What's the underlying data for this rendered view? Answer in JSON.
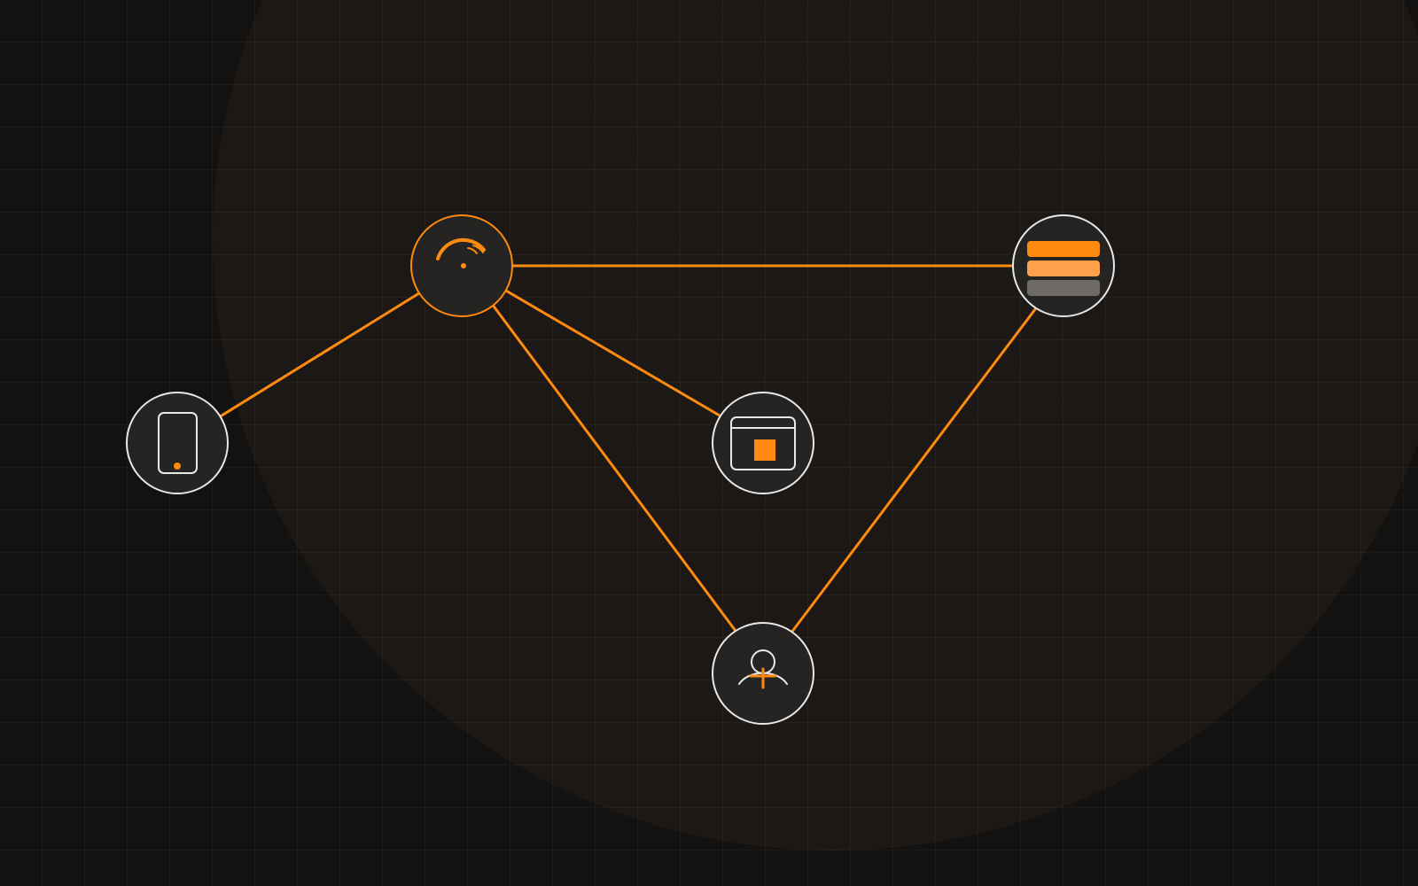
{
  "colors": {
    "background": "#131211",
    "accent": "#ff8a10",
    "accent_light": "#ffa04a",
    "node_fill": "#252423",
    "node_stroke": "#e8e8e8",
    "muted": "#6e6a66"
  },
  "nodes": [
    {
      "id": "mobile",
      "icon": "mobile-phone-icon",
      "highlighted": false
    },
    {
      "id": "router",
      "icon": "wifi-router-icon",
      "highlighted": true
    },
    {
      "id": "app",
      "icon": "browser-window-icon",
      "highlighted": false
    },
    {
      "id": "database",
      "icon": "stacked-layers-icon",
      "highlighted": false
    },
    {
      "id": "user",
      "icon": "user-icon",
      "highlighted": false
    }
  ],
  "edges": [
    {
      "from": "mobile",
      "to": "router"
    },
    {
      "from": "router",
      "to": "database"
    },
    {
      "from": "router",
      "to": "app"
    },
    {
      "from": "router",
      "to": "user"
    },
    {
      "from": "user",
      "to": "database"
    }
  ]
}
